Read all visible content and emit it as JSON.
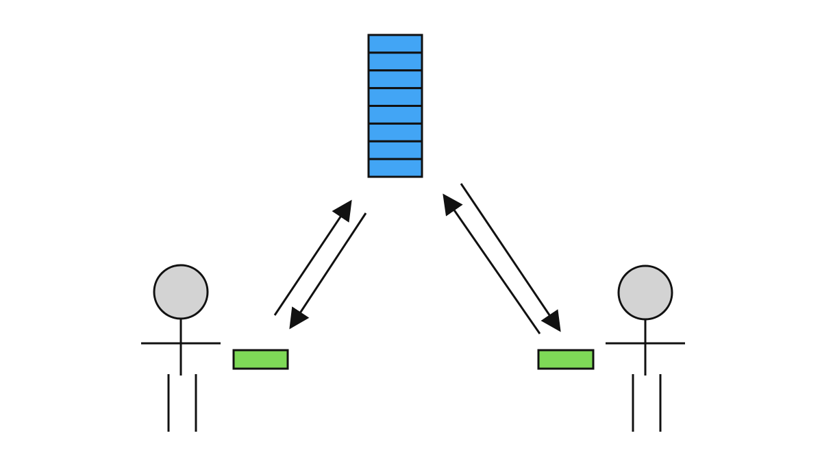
{
  "diagram": {
    "nodes": [
      {
        "id": "central-stack",
        "kind": "stack",
        "segments": 8,
        "color": "#42A5F5"
      },
      {
        "id": "left-person",
        "kind": "person",
        "head_color": "#D3D3D3"
      },
      {
        "id": "left-block",
        "kind": "block",
        "color": "#7ED957"
      },
      {
        "id": "right-person",
        "kind": "person",
        "head_color": "#D3D3D3"
      },
      {
        "id": "right-block",
        "kind": "block",
        "color": "#7ED957"
      }
    ],
    "edges": [
      {
        "from": "left-block",
        "to": "central-stack"
      },
      {
        "from": "central-stack",
        "to": "left-block"
      },
      {
        "from": "right-block",
        "to": "central-stack"
      },
      {
        "from": "central-stack",
        "to": "right-block"
      }
    ],
    "colors": {
      "stroke": "#111111",
      "stack_fill": "#42A5F5",
      "block_fill": "#7ED957",
      "head_fill": "#D3D3D3"
    }
  }
}
